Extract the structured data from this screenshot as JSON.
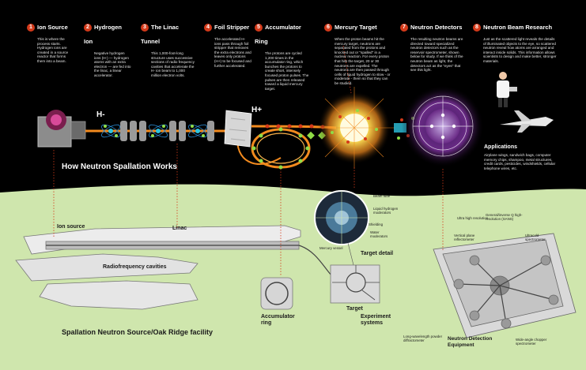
{
  "steps": [
    {
      "num": "1",
      "title": "Ion Source",
      "text": "This is where the process starts. Hydrogen ions are created in a source reactor that forms them into a beam."
    },
    {
      "num": "2",
      "title": "Hydrogen Ion",
      "text": "Negative hydrogen ions (H-) — hydrogen atoms with an extra electron — are fed into the linac, a linear accelerator."
    },
    {
      "num": "3",
      "title": "The Linac Tunnel",
      "text": "This 1,000-foot-long structure uses successive sections of radio frequency cavities that accelerate the H- ion beam to 1,000 million electron volts."
    },
    {
      "num": "4",
      "title": "Foil Stripper",
      "text": "The accelerated H- ions pass through foil stripper that removes the extra electrons and leaves only protons (H+) to be focused and further accelerated."
    },
    {
      "num": "5",
      "title": "Accumulator Ring",
      "text": "The protons are cycled 1,200 times in the accumulator ring, which bunches the protons to create short, intensely focused proton pulses. The pulses are then released toward a liquid mercury target."
    },
    {
      "num": "6",
      "title": "Mercury Target",
      "text": "When the proton beams hit the mercury target, neutrons are separated from the protons and knocked out or \"spalled\" in a nuclear reaction. For every proton that hits the target, 20 or 30 neutrons are expelled. The neutrons are then passed through cells of liquid hydrogen to slow - or moderate - them so that they can be studied."
    },
    {
      "num": "7",
      "title": "Neutron Detectors",
      "text": "The resulting neutron beams are directed toward specialized neutron detectors such as the reservoir spectrometer, shown below for study. If we think of the neutron beam as light, the detectors act as the \"eyes\" that see this light."
    },
    {
      "num": "8",
      "title": "Neutron Beam Research",
      "text": "Just as the scattered light reveals the details of illuminated objects to the eye, so scattered neutron reveal how atoms are arranged and interact inside solids. This information allows scientists to design and make better, stronger materials."
    }
  ],
  "beam_labels": {
    "h_minus": "H-",
    "h_plus": "H+"
  },
  "main_title": "How Neutron Spallation Works",
  "applications": {
    "title": "Applications",
    "text": "Airplane wings, sandwich bags, computer memory chips, shampoo, metal structures, credit cards, pesticides, windshields, cellular telephone wires, etc."
  },
  "facility": {
    "title": "Spallation Neutron Source/Oak Ridge facility",
    "ion_source": "Ion source",
    "linac": "Linac",
    "rf_cavities": "Radiofrequency cavities",
    "accumulator_ring": "Accumulator ring",
    "target": "Target",
    "experiment_systems": "Experiment systems",
    "target_detail": "Target detail",
    "target_callouts": [
      "Beam tube",
      "Liquid hydrogen moderators",
      "Shielding",
      "Water moderators",
      "Mercury vessel"
    ],
    "equipment_title": "Neutron Detection Equipment",
    "equipment_callouts": [
      "Ultra high resolution",
      "General/inverse Q high-resolution (SANS)",
      "Vertical plane reflectometer",
      "Ultracold spectrometer",
      "Long-wavelength powder diffractometer",
      "Wide-angle chopper spectrometer"
    ]
  },
  "colors": {
    "sky": "#000000",
    "ground": "#cfe6ad",
    "step_badge": "#d43a1a",
    "beam": "#f28a1e",
    "ion_core": "#2ec4e0",
    "electron": "#8fdc46",
    "mercury_glow": "#ffe65a",
    "detector_purple": "#7a2a90"
  }
}
